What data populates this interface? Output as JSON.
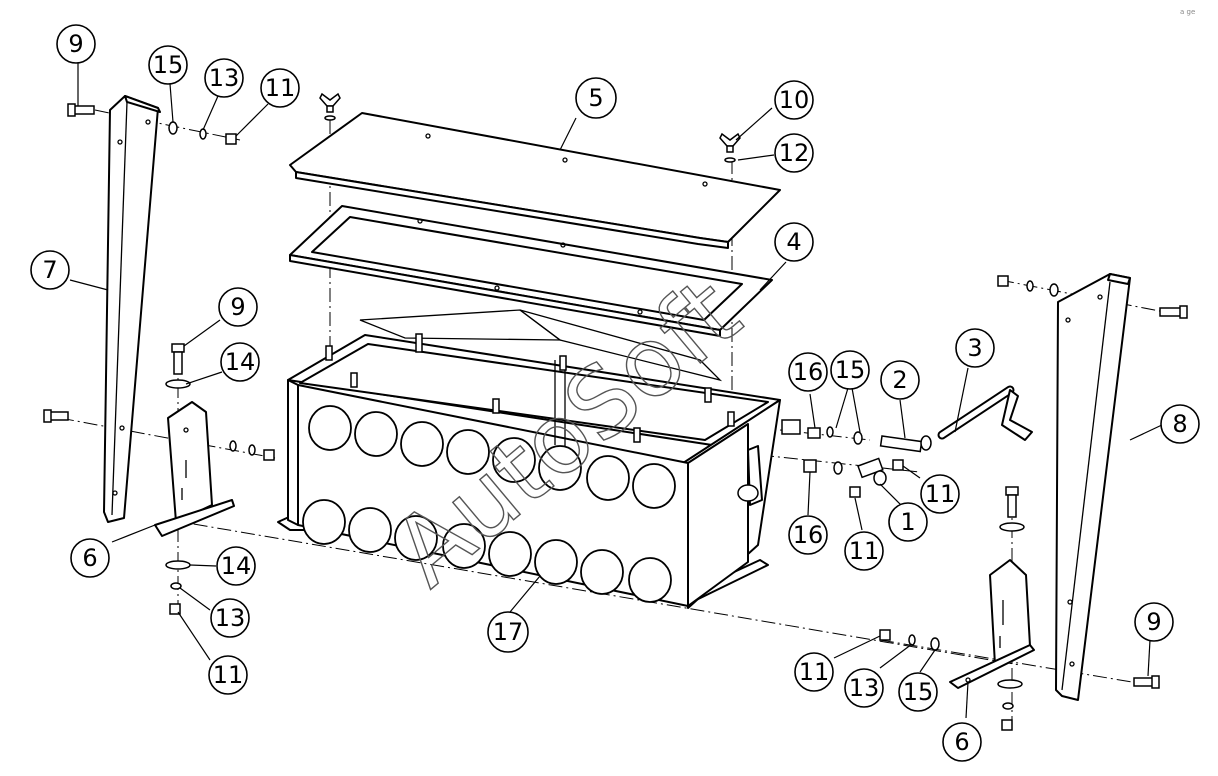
{
  "watermark": "AutoSoft",
  "corner_mark": "a ge",
  "callouts": [
    {
      "label": "9"
    },
    {
      "label": "15"
    },
    {
      "label": "13"
    },
    {
      "label": "11"
    },
    {
      "label": "5"
    },
    {
      "label": "10"
    },
    {
      "label": "12"
    },
    {
      "label": "4"
    },
    {
      "label": "7"
    },
    {
      "label": "9"
    },
    {
      "label": "14"
    },
    {
      "label": "6"
    },
    {
      "label": "14"
    },
    {
      "label": "13"
    },
    {
      "label": "11"
    },
    {
      "label": "17"
    },
    {
      "label": "16"
    },
    {
      "label": "15"
    },
    {
      "label": "2"
    },
    {
      "label": "3"
    },
    {
      "label": "16"
    },
    {
      "label": "11"
    },
    {
      "label": "1"
    },
    {
      "label": "11"
    },
    {
      "label": "8"
    },
    {
      "label": "9"
    },
    {
      "label": "11"
    },
    {
      "label": "13"
    },
    {
      "label": "15"
    },
    {
      "label": "6"
    }
  ]
}
